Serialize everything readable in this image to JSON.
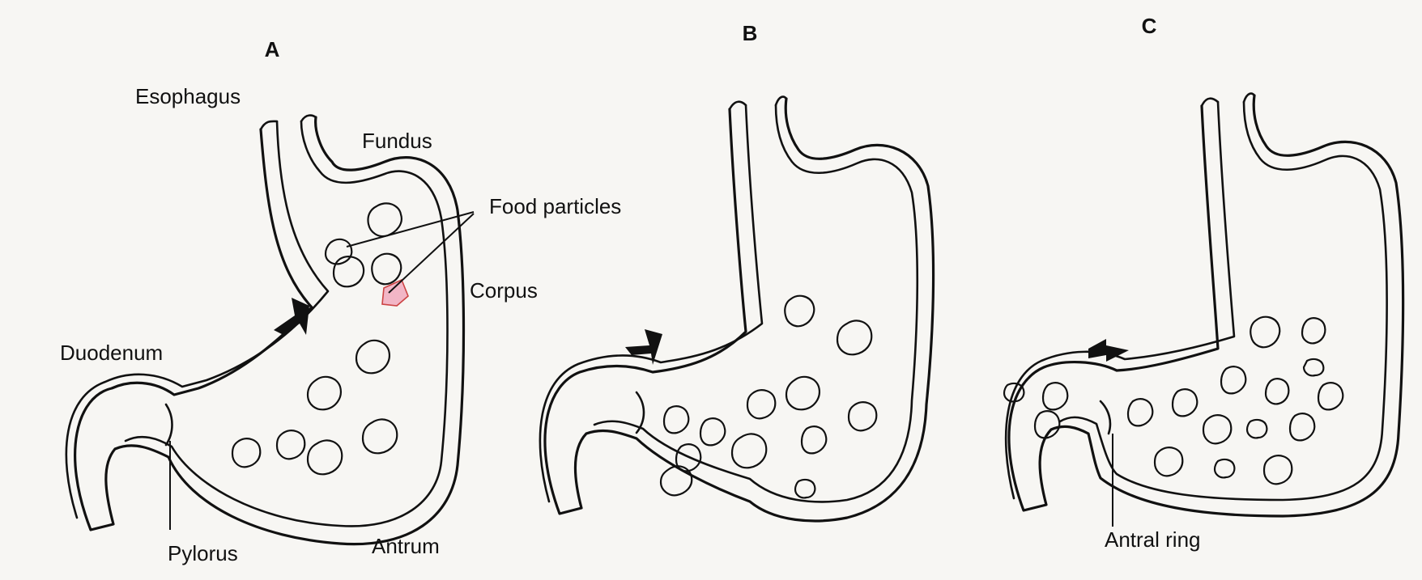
{
  "panels": [
    {
      "letter": "A"
    },
    {
      "letter": "B"
    },
    {
      "letter": "C"
    }
  ],
  "labels": {
    "esophagus": "Esophagus",
    "fundus": "Fundus",
    "food_particles": "Food particles",
    "corpus": "Corpus",
    "duodenum": "Duodenum",
    "pylorus": "Pylorus",
    "antrum": "Antrum",
    "antral_ring": "Antral ring"
  },
  "colors": {
    "ink": "#111111",
    "background": "#f7f6f3",
    "highlighted_particle": "#f2b6c6"
  }
}
